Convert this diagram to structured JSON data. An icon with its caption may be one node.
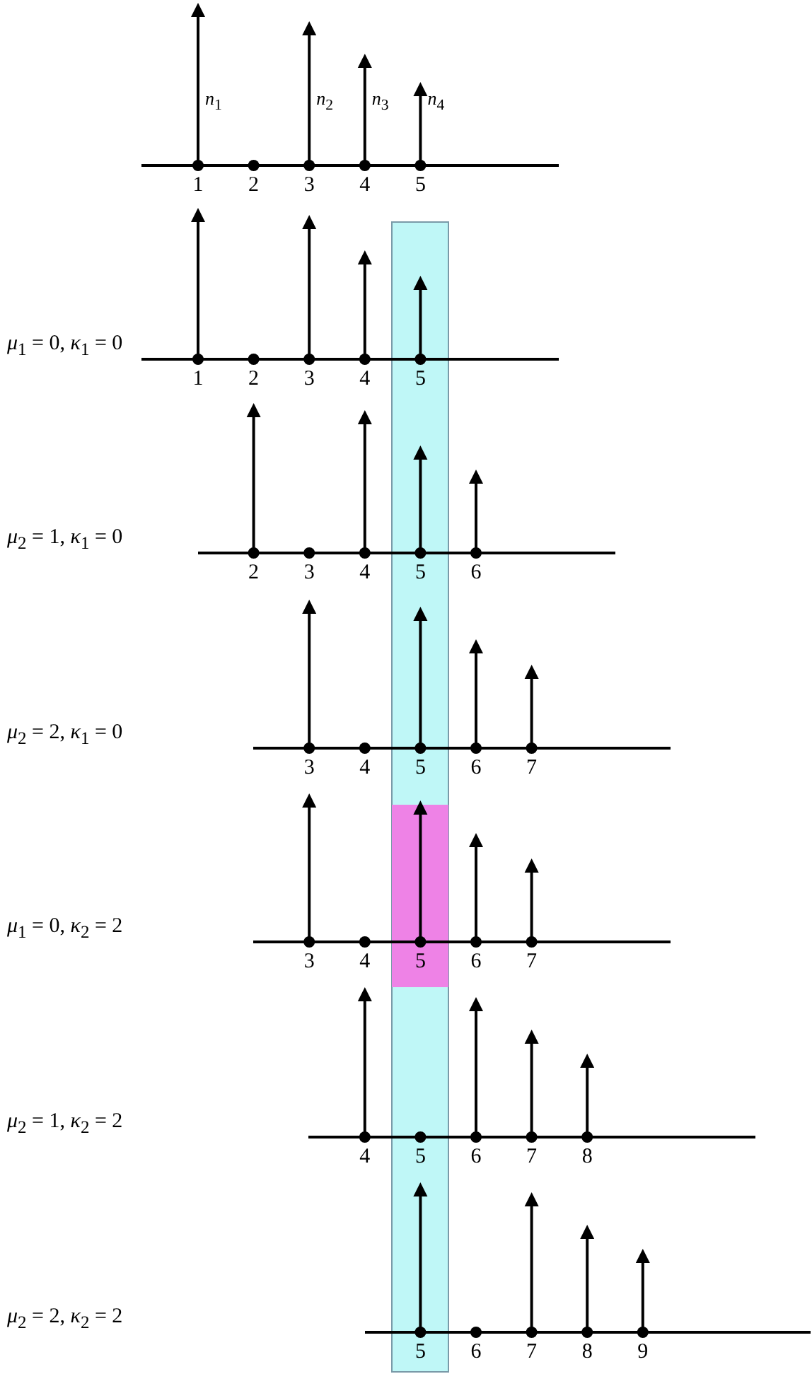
{
  "diagram": {
    "labels": [
      "*n*$_{1}$",
      "*n*$_{2}$",
      "*n*$_{3}$",
      "*n*$_{4}$",
      "1",
      "2",
      "3",
      "4",
      "5",
      "*μ*$_{1}$ = 0, *κ*$_{1}$ = 0",
      "1",
      "2",
      "3",
      "4",
      "5",
      "*μ*$_{2}$ = 1, *κ*$_{1}$ = 0",
      "2",
      "3",
      "4",
      "5",
      "6",
      "*μ*$_{2}$ = 2, *κ*$_{1}$ = 0",
      "3",
      "4",
      "5",
      "6",
      "7",
      "*μ*$_{1}$ = 0, *κ*$_{2}$ = 2",
      "3",
      "4",
      "5",
      "6",
      "7",
      "*μ*$_{2}$ = 1, *κ*$_{2}$ = 2",
      "4",
      "5",
      "6",
      "7",
      "8",
      "*μ*$_{2}$ = 2, *κ*$_{2}$ = 2",
      "5",
      "6",
      "7",
      "8",
      "9"
    ]
  }
}
